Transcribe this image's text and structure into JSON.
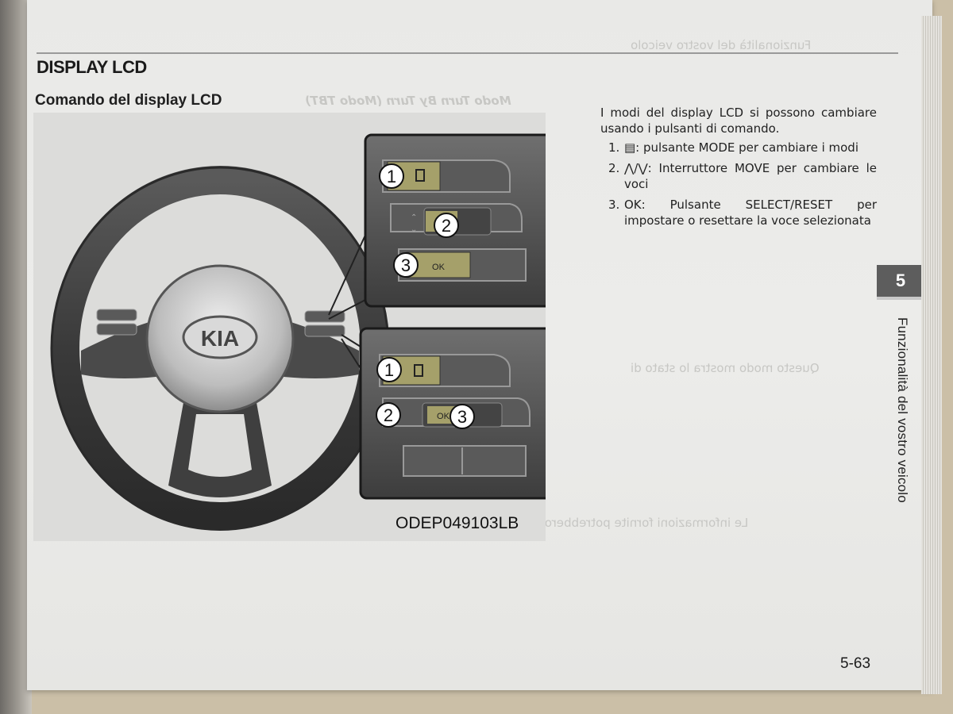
{
  "header": {
    "section_title": "DISPLAY LCD",
    "subsection_title": "Comando del display LCD"
  },
  "figure": {
    "code": "ODEP049103LB",
    "steering_logo": "KIA",
    "callouts_top": [
      "1",
      "2",
      "3"
    ],
    "callouts_bottom": [
      "1",
      "2",
      "3"
    ],
    "ok_label": "OK",
    "icons": [
      "mode-button-icon",
      "move-up-icon",
      "move-down-icon"
    ]
  },
  "body": {
    "intro": "I modi del display LCD si possono cambiare usando i pulsanti di comando.",
    "items": [
      {
        "num": "1.",
        "text": "▤: pulsante MODE per cambiare i modi"
      },
      {
        "num": "2.",
        "text": "⋀/⋁: Interruttore MOVE per cambiare le voci"
      },
      {
        "num": "3.",
        "text": "OK: Pulsante SELECT/RESET per impostare o resettare la voce selezionata"
      }
    ]
  },
  "sidebar": {
    "chapter_number": "5",
    "chapter_title": "Funzionalità del vostro veicolo"
  },
  "footer": {
    "page_number": "5-63"
  },
  "colors": {
    "page": "#ebebe9",
    "button_olive": "#a5a06a",
    "tab": "#5d5d5d"
  }
}
